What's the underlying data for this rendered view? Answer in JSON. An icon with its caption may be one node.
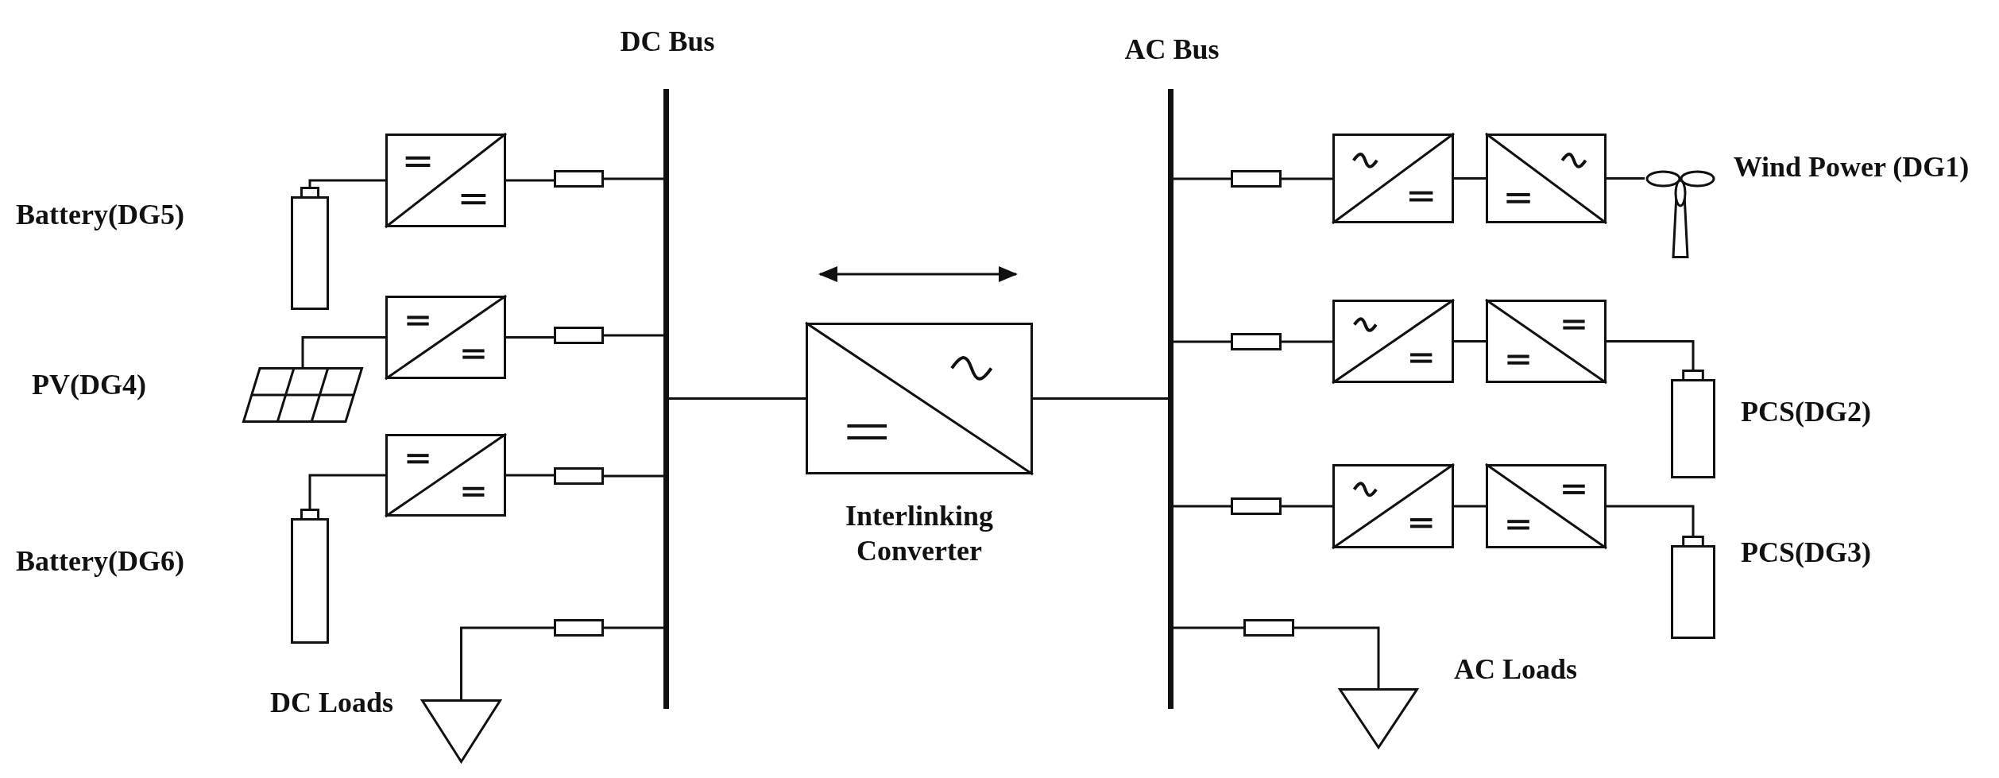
{
  "diagram": {
    "nodes": [
      {
        "text": [
          "DC Bus"
        ]
      },
      {
        "text": [
          "AC Bus"
        ]
      },
      {
        "text": [],
        "shape": "battery",
        "beside": [
          "Battery(DG5)"
        ]
      },
      {
        "text": [],
        "shape": "box"
      },
      {
        "text": [],
        "shape": "box"
      },
      {
        "text": [],
        "shape": "panel",
        "beside": [
          "PV(DG4)"
        ]
      },
      {
        "text": [],
        "shape": "box"
      },
      {
        "text": [],
        "shape": "box"
      },
      {
        "text": [],
        "shape": "battery",
        "beside": [
          "Battery(DG6)"
        ]
      },
      {
        "text": [],
        "shape": "box"
      },
      {
        "text": [],
        "shape": "box"
      },
      {
        "text": [],
        "shape": "triangle",
        "beside": [
          "DC Loads"
        ]
      },
      {
        "text": [],
        "shape": "box"
      },
      {
        "text": [
          "Interlinking Converter"
        ]
      },
      {
        "text": [],
        "shape": "box"
      },
      {
        "text": [],
        "shape": "box"
      },
      {
        "text": [],
        "shape": "box"
      },
      {
        "text": [],
        "shape": "turbine",
        "beside": [
          "Wind Power (DG1)"
        ]
      },
      {
        "text": [],
        "shape": "box"
      },
      {
        "text": [],
        "shape": "box"
      },
      {
        "text": [],
        "shape": "box"
      },
      {
        "text": [],
        "shape": "battery",
        "beside": [
          "PCS(DG2)"
        ]
      },
      {
        "text": [],
        "shape": "box"
      },
      {
        "text": [],
        "shape": "box"
      },
      {
        "text": [],
        "shape": "box"
      },
      {
        "text": [],
        "shape": "battery",
        "beside": [
          "PCS(DG3)"
        ]
      },
      {
        "text": [],
        "shape": "box"
      },
      {
        "text": [],
        "shape": "triangle",
        "beside": [
          "AC Loads"
        ]
      }
    ],
    "edges": [
      {
        "from": 2,
        "to": 3,
        "arrow": "none"
      },
      {
        "from": 3,
        "to": 4,
        "arrow": "none"
      },
      {
        "from": 4,
        "to": 0,
        "arrow": "none"
      },
      {
        "from": 5,
        "to": 6,
        "arrow": "none"
      },
      {
        "from": 6,
        "to": 7,
        "arrow": "none"
      },
      {
        "from": 7,
        "to": 0,
        "arrow": "none"
      },
      {
        "from": 8,
        "to": 9,
        "arrow": "none"
      },
      {
        "from": 9,
        "to": 10,
        "arrow": "none"
      },
      {
        "from": 10,
        "to": 0,
        "arrow": "none"
      },
      {
        "from": 11,
        "to": 12,
        "arrow": "none"
      },
      {
        "from": 12,
        "to": 0,
        "arrow": "none"
      },
      {
        "from": 0,
        "to": 13,
        "arrow": "none"
      },
      {
        "from": 13,
        "to": 1,
        "arrow": "none"
      },
      {
        "from": 1,
        "to": 14,
        "arrow": "none"
      },
      {
        "from": 14,
        "to": 15,
        "arrow": "none"
      },
      {
        "from": 15,
        "to": 16,
        "arrow": "none"
      },
      {
        "from": 16,
        "to": 17,
        "arrow": "none"
      },
      {
        "from": 1,
        "to": 18,
        "arrow": "none"
      },
      {
        "from": 18,
        "to": 19,
        "arrow": "none"
      },
      {
        "from": 19,
        "to": 20,
        "arrow": "none"
      },
      {
        "from": 20,
        "to": 21,
        "arrow": "none"
      },
      {
        "from": 1,
        "to": 22,
        "arrow": "none"
      },
      {
        "from": 22,
        "to": 23,
        "arrow": "none"
      },
      {
        "from": 23,
        "to": 24,
        "arrow": "none"
      },
      {
        "from": 24,
        "to": 25,
        "arrow": "none"
      },
      {
        "from": 1,
        "to": 26,
        "arrow": "none"
      },
      {
        "from": 26,
        "to": 27,
        "arrow": "none"
      }
    ]
  }
}
